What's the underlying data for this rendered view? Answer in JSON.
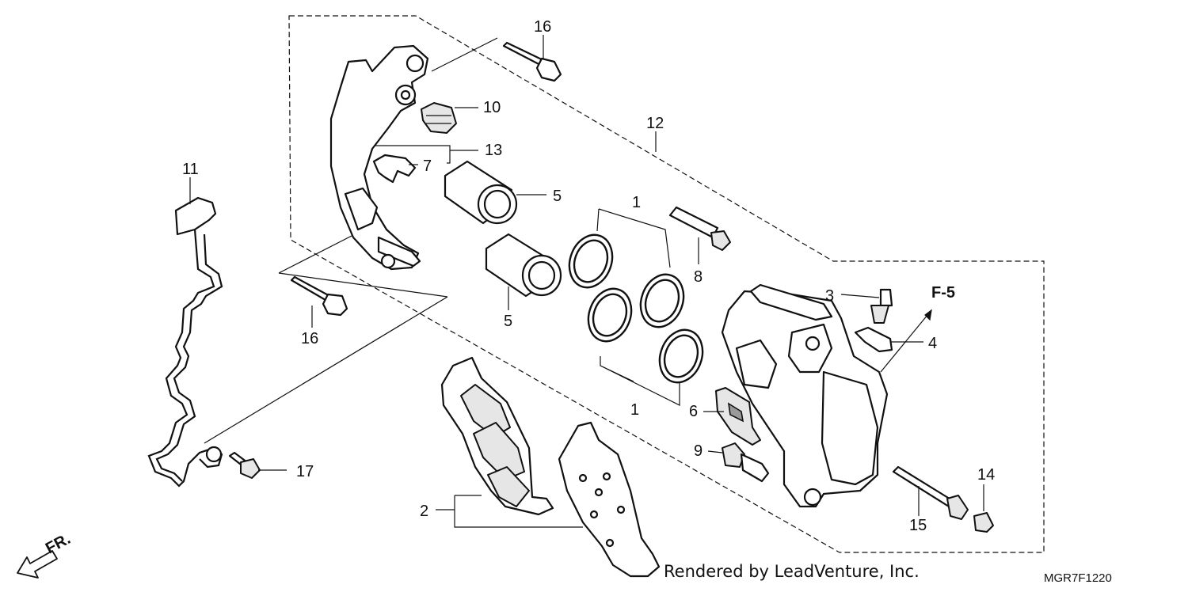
{
  "diagram": {
    "callouts": {
      "c1_top": "1",
      "c1_bottom": "1",
      "c2": "2",
      "c3": "3",
      "c4": "4",
      "c5_top": "5",
      "c5_bottom": "5",
      "c6": "6",
      "c7": "7",
      "c8": "8",
      "c9": "9",
      "c10": "10",
      "c11": "11",
      "c12": "12",
      "c13": "13",
      "c14": "14",
      "c15": "15",
      "c16_top": "16",
      "c16_bottom": "16",
      "c17": "17"
    },
    "section_ref": "F-5",
    "direction_label": "FR."
  },
  "footer": {
    "credit": "Rendered by LeadVenture, Inc.",
    "code": "MGR7F1220"
  }
}
